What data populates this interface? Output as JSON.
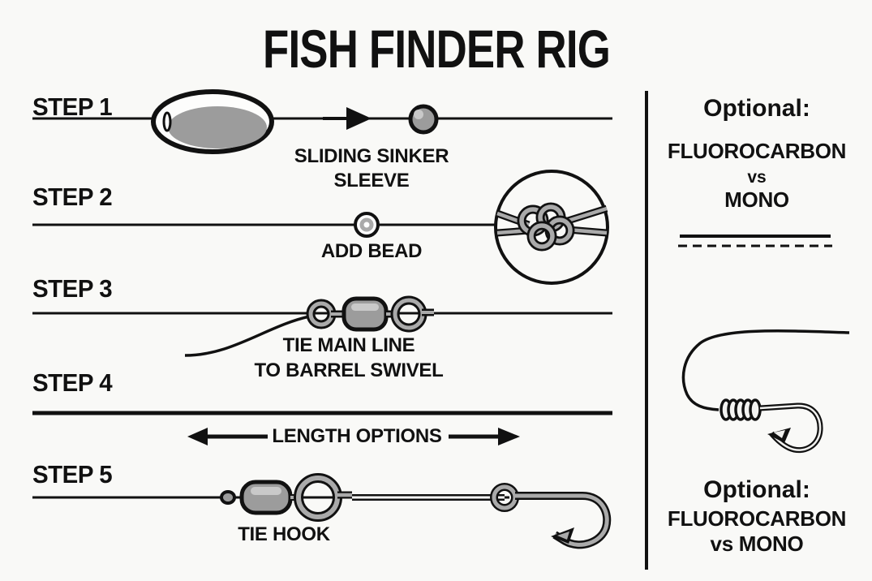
{
  "title": "FISH FINDER RIG",
  "steps": [
    {
      "label": "STEP 1",
      "caption": [
        "SLIDING SINKER",
        "SLEEVE"
      ]
    },
    {
      "label": "STEP 2",
      "caption": [
        "ADD BEAD"
      ]
    },
    {
      "label": "STEP 3",
      "caption": [
        "TIE MAIN LINE",
        "TO BARREL SWIVEL"
      ]
    },
    {
      "label": "STEP 4",
      "caption": [
        "LENGTH OPTIONS"
      ]
    },
    {
      "label": "STEP 5",
      "caption": [
        "TIE HOOK"
      ]
    }
  ],
  "sidebar": {
    "top": {
      "heading": "Optional:",
      "option1": "FLUOROCARBON",
      "separator": "vs",
      "option2": "MONO"
    },
    "bottom": {
      "heading": "Optional:",
      "option1": "FLUOROCARBON",
      "option2": "vs MONO"
    }
  },
  "icons": {
    "step1": [
      "fishing-line",
      "egg-sinker",
      "slide-direction-arrow",
      "bead"
    ],
    "step2": [
      "fishing-line",
      "bead-stop",
      "knot-magnifier-circle",
      "stopper-knot"
    ],
    "step3": [
      "fishing-line",
      "main-line-tag-curve",
      "barrel-swivel"
    ],
    "step4": [
      "fishing-line",
      "length-arrow-left",
      "length-arrow-right"
    ],
    "step5": [
      "fishing-line",
      "snap-swivel",
      "leader-line",
      "fishing-hook"
    ],
    "sidebar": [
      "section-divider",
      "leader-rule-solid",
      "leader-rule-dashed",
      "snelled-hook"
    ]
  },
  "colors": {
    "background": "#f9f9f7",
    "ink": "#111111",
    "hardware_gray": "#9c9c9c"
  }
}
